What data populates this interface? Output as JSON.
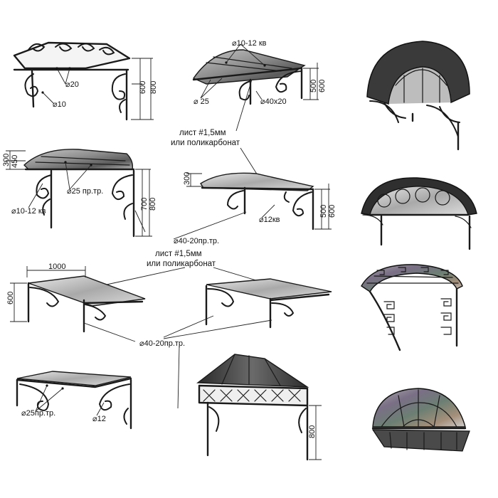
{
  "labels": {
    "d20": "⌀20",
    "d10": "⌀10",
    "h600a": "600",
    "h800a": "800",
    "d10_12kv_top": "⌀10-12 кв",
    "d25": "⌀ 25",
    "d40x20": "⌀40х20",
    "h500a": "500",
    "h600b": "600",
    "sheet_line1_top": "лист #1,5мм",
    "sheet_line2_top": "или поликарбонат",
    "h300a": "300",
    "h450": "450",
    "d25prtr_a": "⌀25 пр.тр.",
    "d10_12kv_left": "⌀10-12 кв",
    "h700": "700",
    "h800b": "800",
    "h300b": "300",
    "d12kv": "⌀12кв",
    "h500b": "500",
    "h600c": "600",
    "d40_20prtr_a": "⌀40-20пр.тр.",
    "w1000": "1000",
    "sheet_line1_mid": "лист #1,5мм",
    "sheet_line2_mid": "или поликарбонат",
    "h600d": "600",
    "d40_20prtr_b": "⌀40-20пр.тр.",
    "d25prtr_b": "⌀25пр.тр.",
    "d12": "⌀12",
    "h800c": "800"
  },
  "colors": {
    "metal": "#1a1a1a",
    "panel_dark": "#4a4a4a",
    "panel_light": "#d8d8d8"
  }
}
